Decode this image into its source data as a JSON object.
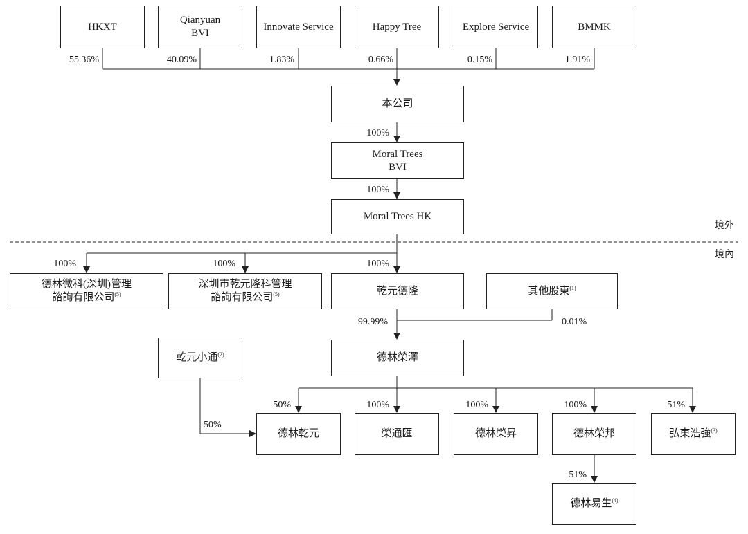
{
  "shareholders": [
    {
      "name": "HKXT",
      "pct": "55.36%"
    },
    {
      "name": "Qianyuan",
      "name2": "BVI",
      "pct": "40.09%"
    },
    {
      "name": "Innovate Service",
      "pct": "1.83%"
    },
    {
      "name": "Happy Tree",
      "pct": "0.66%"
    },
    {
      "name": "Explore Service",
      "pct": "0.15%"
    },
    {
      "name": "BMMK",
      "pct": "1.91%"
    }
  ],
  "company": {
    "name": "本公司",
    "pct_down": "100%"
  },
  "moral_bvi": {
    "line1": "Moral Trees",
    "line2": "BVI",
    "pct_down": "100%"
  },
  "moral_hk": {
    "name": "Moral Trees HK"
  },
  "regions": {
    "offshore": "境外",
    "onshore": "境內"
  },
  "tier2": [
    {
      "line1": "德林微科(深圳)管理",
      "line2": "諮詢有限公司",
      "note": "(5)",
      "pct": "100%"
    },
    {
      "line1": "深圳市乾元隆科管理",
      "line2": "諮詢有限公司",
      "note": "(5)",
      "pct": "100%"
    },
    {
      "line1": "乾元德隆",
      "pct": "100%"
    }
  ],
  "other_shareholders": {
    "name": "其他股東",
    "note": "(1)",
    "pct": "0.01%"
  },
  "qianyuan_delong_pct": "99.99%",
  "delin_rongze": {
    "name": "德林榮澤"
  },
  "qianyuan_xiaotong": {
    "name": "乾元小通",
    "note": "(2)",
    "pct": "50%"
  },
  "subsidiaries": [
    {
      "name": "德林乾元",
      "pct": "50%"
    },
    {
      "name": "榮通匯",
      "pct": "100%"
    },
    {
      "name": "德林榮昇",
      "pct": "100%"
    },
    {
      "name": "德林榮邦",
      "pct": "100%"
    },
    {
      "name": "弘東浩強",
      "note": "(3)",
      "pct": "51%"
    }
  ],
  "delin_yisheng": {
    "name": "德林易生",
    "note": "(4)",
    "pct": "51%"
  }
}
